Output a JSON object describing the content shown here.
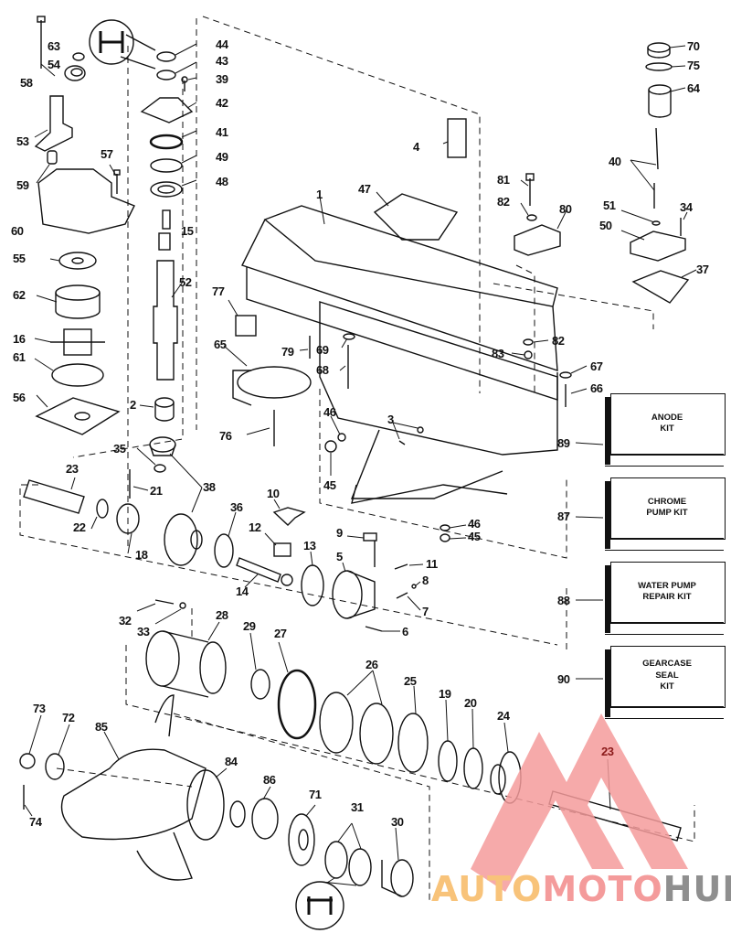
{
  "diagram": {
    "subject": "Outboard gearcase exploded parts view",
    "callouts": [
      {
        "id": "c58",
        "label": "58"
      },
      {
        "id": "c63",
        "label": "63"
      },
      {
        "id": "c54",
        "label": "54"
      },
      {
        "id": "c44",
        "label": "44"
      },
      {
        "id": "c43",
        "label": "43"
      },
      {
        "id": "c39",
        "label": "39"
      },
      {
        "id": "c42",
        "label": "42"
      },
      {
        "id": "c41",
        "label": "41"
      },
      {
        "id": "c49",
        "label": "49"
      },
      {
        "id": "c48",
        "label": "48"
      },
      {
        "id": "c53",
        "label": "53"
      },
      {
        "id": "c57",
        "label": "57"
      },
      {
        "id": "c59",
        "label": "59"
      },
      {
        "id": "c60",
        "label": "60"
      },
      {
        "id": "c15",
        "label": "15"
      },
      {
        "id": "c55",
        "label": "55"
      },
      {
        "id": "c52",
        "label": "52"
      },
      {
        "id": "c62",
        "label": "62"
      },
      {
        "id": "c16",
        "label": "16"
      },
      {
        "id": "c61",
        "label": "61"
      },
      {
        "id": "c56",
        "label": "56"
      },
      {
        "id": "c2",
        "label": "2"
      },
      {
        "id": "c35",
        "label": "35"
      },
      {
        "id": "c21",
        "label": "21"
      },
      {
        "id": "c38",
        "label": "38"
      },
      {
        "id": "c23a",
        "label": "23"
      },
      {
        "id": "c22",
        "label": "22"
      },
      {
        "id": "c18",
        "label": "18"
      },
      {
        "id": "c36",
        "label": "36"
      },
      {
        "id": "c10",
        "label": "10"
      },
      {
        "id": "c12",
        "label": "12"
      },
      {
        "id": "c14",
        "label": "14"
      },
      {
        "id": "c13",
        "label": "13"
      },
      {
        "id": "c9",
        "label": "9"
      },
      {
        "id": "c5",
        "label": "5"
      },
      {
        "id": "c11",
        "label": "11"
      },
      {
        "id": "c8",
        "label": "8"
      },
      {
        "id": "c7",
        "label": "7"
      },
      {
        "id": "c6",
        "label": "6"
      },
      {
        "id": "c4",
        "label": "4"
      },
      {
        "id": "c47",
        "label": "47"
      },
      {
        "id": "c1",
        "label": "1"
      },
      {
        "id": "c77",
        "label": "77"
      },
      {
        "id": "c65",
        "label": "65"
      },
      {
        "id": "c79",
        "label": "79"
      },
      {
        "id": "c69",
        "label": "69"
      },
      {
        "id": "c68",
        "label": "68"
      },
      {
        "id": "c76",
        "label": "76"
      },
      {
        "id": "c46a",
        "label": "46"
      },
      {
        "id": "c45a",
        "label": "45"
      },
      {
        "id": "c3",
        "label": "3"
      },
      {
        "id": "c46b",
        "label": "46"
      },
      {
        "id": "c45b",
        "label": "45"
      },
      {
        "id": "c81",
        "label": "81"
      },
      {
        "id": "c82a",
        "label": "82"
      },
      {
        "id": "c80",
        "label": "80"
      },
      {
        "id": "c82b",
        "label": "82"
      },
      {
        "id": "c83",
        "label": "83"
      },
      {
        "id": "c67",
        "label": "67"
      },
      {
        "id": "c66",
        "label": "66"
      },
      {
        "id": "c70",
        "label": "70"
      },
      {
        "id": "c75",
        "label": "75"
      },
      {
        "id": "c64",
        "label": "64"
      },
      {
        "id": "c40",
        "label": "40"
      },
      {
        "id": "c51",
        "label": "51"
      },
      {
        "id": "c34",
        "label": "34"
      },
      {
        "id": "c50",
        "label": "50"
      },
      {
        "id": "c37",
        "label": "37"
      },
      {
        "id": "c89",
        "label": "89"
      },
      {
        "id": "c87",
        "label": "87"
      },
      {
        "id": "c88",
        "label": "88"
      },
      {
        "id": "c90",
        "label": "90"
      },
      {
        "id": "c32",
        "label": "32"
      },
      {
        "id": "c33",
        "label": "33"
      },
      {
        "id": "c28",
        "label": "28"
      },
      {
        "id": "c29",
        "label": "29"
      },
      {
        "id": "c27",
        "label": "27"
      },
      {
        "id": "c26",
        "label": "26"
      },
      {
        "id": "c25",
        "label": "25"
      },
      {
        "id": "c19",
        "label": "19"
      },
      {
        "id": "c20",
        "label": "20"
      },
      {
        "id": "c24",
        "label": "24"
      },
      {
        "id": "c23b",
        "label": "23"
      },
      {
        "id": "c73",
        "label": "73"
      },
      {
        "id": "c72",
        "label": "72"
      },
      {
        "id": "c85",
        "label": "85"
      },
      {
        "id": "c84",
        "label": "84"
      },
      {
        "id": "c74",
        "label": "74"
      },
      {
        "id": "c86",
        "label": "86"
      },
      {
        "id": "c71",
        "label": "71"
      },
      {
        "id": "c31",
        "label": "31"
      },
      {
        "id": "c30",
        "label": "30"
      }
    ],
    "kits": [
      {
        "number": "89",
        "label": "ANODE\nKIT"
      },
      {
        "number": "87",
        "label": "CHROME\nPUMP KIT"
      },
      {
        "number": "88",
        "label": "WATER PUMP\nREPAIR KIT"
      },
      {
        "number": "90",
        "label": "GEARCASE\nSEAL\nKIT"
      }
    ]
  },
  "watermark": {
    "part1": "AUTO",
    "part2": "MOTO",
    "part3": "HUB",
    "colors": {
      "part1": "#f8c37a",
      "part2": "#f49b9b",
      "part3": "#8f8f8f",
      "logo": "#f49b9b"
    }
  },
  "colors": {
    "ink": "#111111",
    "background": "#ffffff",
    "highlight_callout": "#8b1a1a"
  }
}
